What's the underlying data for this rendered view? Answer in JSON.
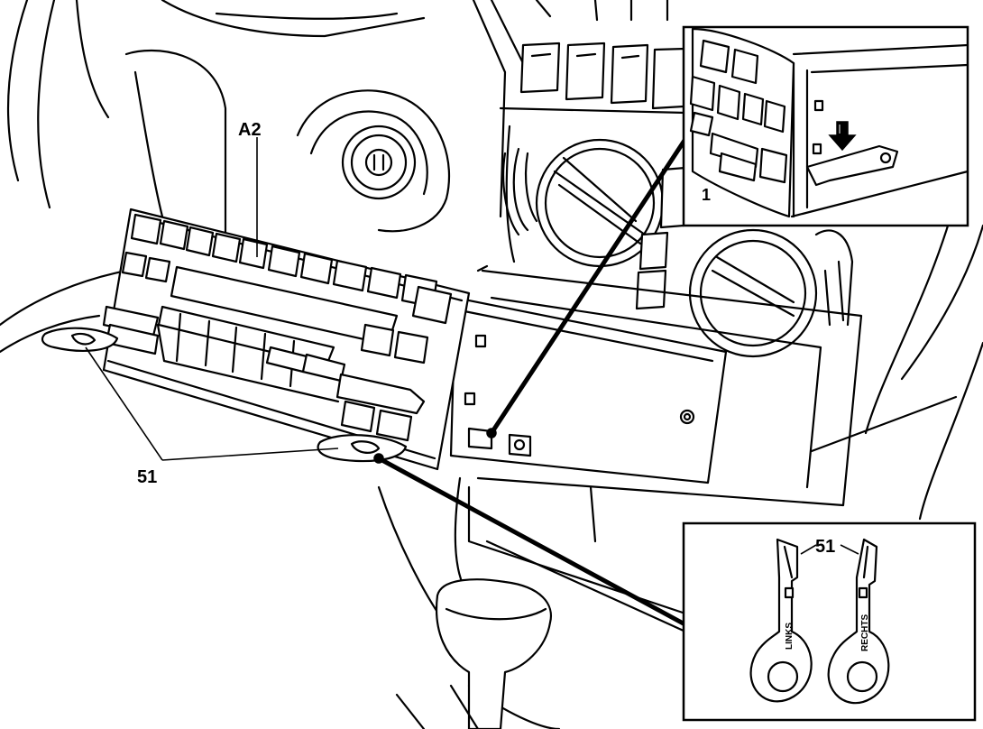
{
  "labels": {
    "radio": "A2",
    "release_tool": "51",
    "inset_release_tool": "51",
    "inset_step": "1",
    "tool_left": "LINKS",
    "tool_right": "RECHTS"
  },
  "icons": {
    "arrow": "down-arrow-icon"
  },
  "colors": {
    "ink": "#000000",
    "paper": "#ffffff"
  }
}
